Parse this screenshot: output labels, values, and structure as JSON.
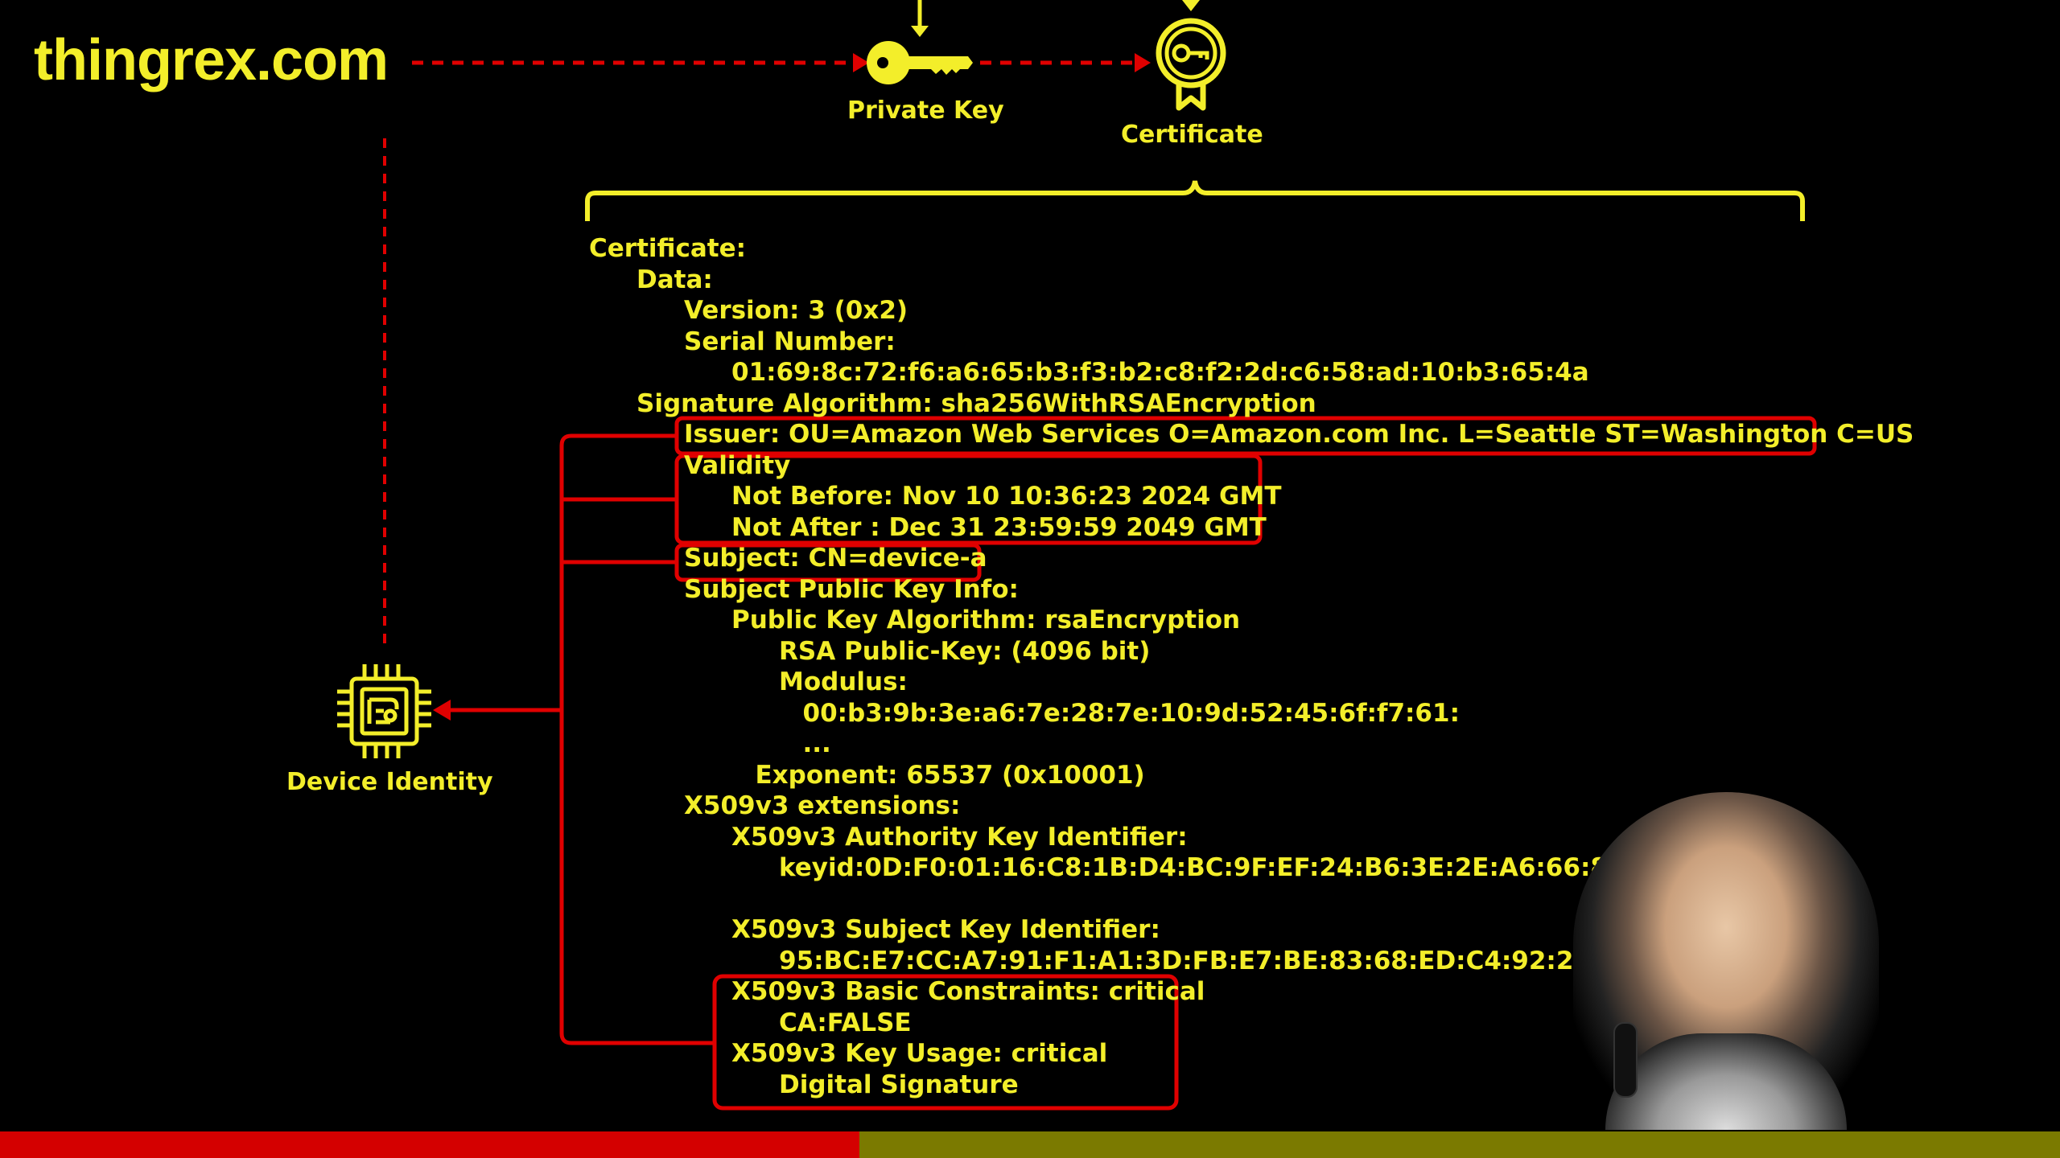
{
  "site": {
    "title": "thingrex.com"
  },
  "labels": {
    "private_key": "Private Key",
    "certificate": "Certificate",
    "device_identity": "Device Identity"
  },
  "certificate_lines": [
    {
      "indent": 0,
      "text": "Certificate:"
    },
    {
      "indent": 1,
      "text": "Data:"
    },
    {
      "indent": 2,
      "text": "Version: 3 (0x2)"
    },
    {
      "indent": 2,
      "text": "Serial Number:"
    },
    {
      "indent": 3,
      "text": "01:69:8c:72:f6:a6:65:b3:f3:b2:c8:f2:2d:c6:58:ad:10:b3:65:4a"
    },
    {
      "indent": 1,
      "text": "Signature Algorithm: sha256WithRSAEncryption"
    },
    {
      "indent": 2,
      "text": "Issuer: OU=Amazon Web Services O=Amazon.com Inc. L=Seattle ST=Washington C=US"
    },
    {
      "indent": 2,
      "text": "Validity"
    },
    {
      "indent": 3,
      "text": "Not Before: Nov 10 10:36:23 2024 GMT"
    },
    {
      "indent": 3,
      "text": "Not After : Dec 31 23:59:59 2049 GMT"
    },
    {
      "indent": 2,
      "text": "Subject: CN=device-a"
    },
    {
      "indent": 2,
      "text": "Subject Public Key Info:"
    },
    {
      "indent": 3,
      "text": "Public Key Algorithm: rsaEncryption"
    },
    {
      "indent": 4,
      "text": "RSA Public-Key: (4096 bit)"
    },
    {
      "indent": 4,
      "text": "Modulus:"
    },
    {
      "indent": 4.5,
      "text": "00:b3:9b:3e:a6:7e:28:7e:10:9d:52:45:6f:f7:61:"
    },
    {
      "indent": 4.5,
      "text": "..."
    },
    {
      "indent": 3.5,
      "text": "Exponent: 65537 (0x10001)"
    },
    {
      "indent": 2,
      "text": "X509v3 extensions:"
    },
    {
      "indent": 3,
      "text": "X509v3 Authority Key Identifier:"
    },
    {
      "indent": 4,
      "text": "keyid:0D:F0:01:16:C8:1B:D4:BC:9F:EF:24:B6:3E:2E:A6:66:83:51"
    },
    {
      "indent": 0,
      "text": ""
    },
    {
      "indent": 3,
      "text": "X509v3 Subject Key Identifier:"
    },
    {
      "indent": 4,
      "text": "95:BC:E7:CC:A7:91:F1:A1:3D:FB:E7:BE:83:68:ED:C4:92:22:1A"
    },
    {
      "indent": 3,
      "text": "X509v3 Basic Constraints: critical"
    },
    {
      "indent": 4,
      "text": "CA:FALSE"
    },
    {
      "indent": 3,
      "text": "X509v3 Key Usage: critical"
    },
    {
      "indent": 4,
      "text": "Digital Signature"
    }
  ],
  "icons": [
    "arrow-down-icon",
    "key-icon",
    "certificate-icon",
    "chip-icon"
  ],
  "colors": {
    "accent": "#f3ee2a",
    "highlight": "#e00000",
    "progress_track": "#7b7a00"
  },
  "video_progress": 0.417
}
